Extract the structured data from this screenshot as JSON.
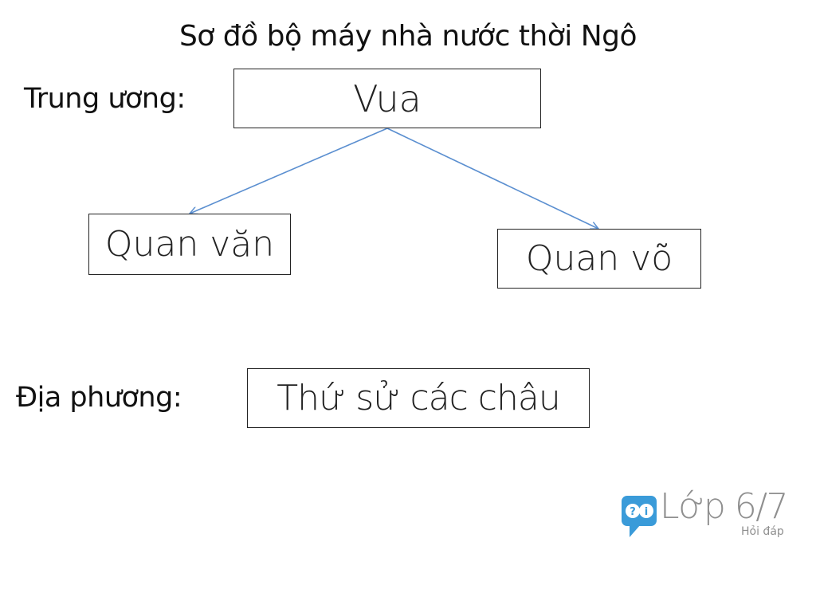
{
  "title": "Sơ đồ bộ máy nhà nước thời Ngô",
  "levels": {
    "central": "Trung ương:",
    "local": "Địa phương:"
  },
  "nodes": {
    "king": "Vua",
    "civil_officials": "Quan văn",
    "military_officials": "Quan võ",
    "provincial_governors": "Thứ sử các châu"
  },
  "edges": [
    {
      "from": "king",
      "to": "civil_officials"
    },
    {
      "from": "king",
      "to": "military_officials"
    }
  ],
  "logo": {
    "icon": "chat-bubble-question-icon",
    "text": "Lớp 6/7",
    "subtext": "Hỏi đáp",
    "color": "#3a9bd9"
  },
  "colors": {
    "connector": "#5b8fd0",
    "box_border": "#222222"
  }
}
